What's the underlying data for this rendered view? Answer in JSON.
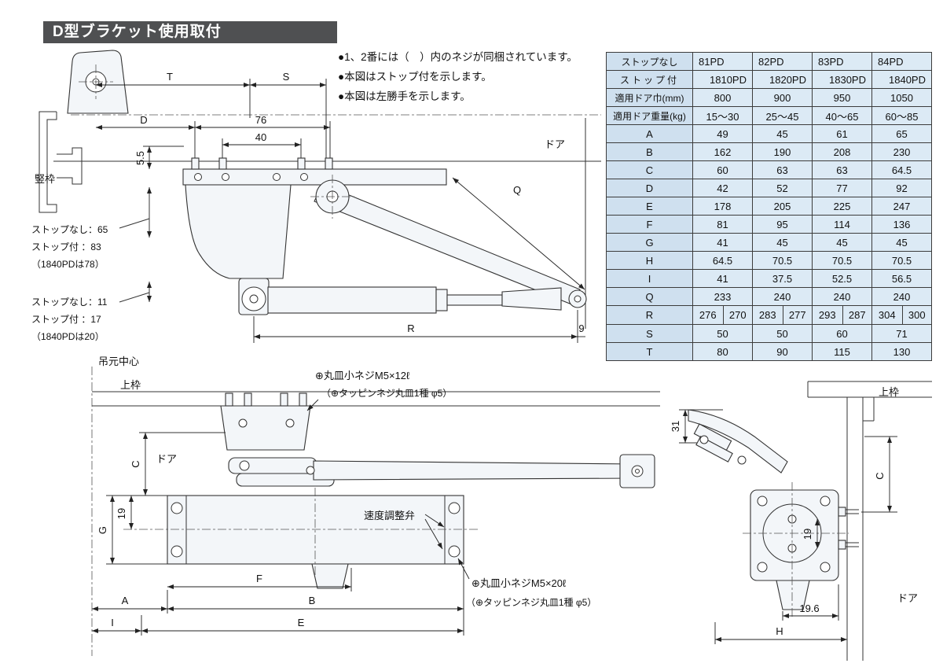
{
  "page": {
    "title": "D型ブラケット使用取付"
  },
  "notes": [
    "●1、2番には（　）内のネジが同梱されています。",
    "●本図はストップ付を示します。",
    "●本図は左勝手を示します。"
  ],
  "spec_table": {
    "header_rows": [
      {
        "label": "ストップなし",
        "models": [
          "81PD",
          "82PD",
          "83PD",
          "84PD"
        ]
      },
      {
        "label": "ストップ付",
        "models": [
          "1810PD",
          "1820PD",
          "1830PD",
          "1840PD"
        ]
      }
    ],
    "info_rows": [
      {
        "label": "適用ドア巾(mm)",
        "values": [
          "800",
          "900",
          "950",
          "1050"
        ]
      },
      {
        "label": "適用ドア重量(kg)",
        "values": [
          "15〜30",
          "25〜45",
          "40〜65",
          "60〜85"
        ]
      }
    ],
    "dim_rows": [
      {
        "label": "A",
        "values": [
          "49",
          "45",
          "61",
          "65"
        ]
      },
      {
        "label": "B",
        "values": [
          "162",
          "190",
          "208",
          "230"
        ]
      },
      {
        "label": "C",
        "values": [
          "60",
          "63",
          "63",
          "64.5"
        ]
      },
      {
        "label": "D",
        "values": [
          "42",
          "52",
          "77",
          "92"
        ]
      },
      {
        "label": "E",
        "values": [
          "178",
          "205",
          "225",
          "247"
        ]
      },
      {
        "label": "F",
        "values": [
          "81",
          "95",
          "114",
          "136"
        ]
      },
      {
        "label": "G",
        "values": [
          "41",
          "45",
          "45",
          "45"
        ]
      },
      {
        "label": "H",
        "values": [
          "64.5",
          "70.5",
          "70.5",
          "70.5"
        ]
      },
      {
        "label": "I",
        "values": [
          "41",
          "37.5",
          "52.5",
          "56.5"
        ]
      },
      {
        "label": "Q",
        "values": [
          "233",
          "240",
          "240",
          "240"
        ]
      },
      {
        "label": "R",
        "values": [
          [
            "276",
            "270"
          ],
          [
            "283",
            "277"
          ],
          [
            "293",
            "287"
          ],
          [
            "304",
            "300"
          ]
        ]
      },
      {
        "label": "S",
        "values": [
          "50",
          "50",
          "60",
          "71"
        ]
      },
      {
        "label": "T",
        "values": [
          "80",
          "90",
          "115",
          "130"
        ]
      }
    ]
  },
  "side_view": {
    "frame_label": "竪枠",
    "door_label": "ドア",
    "dim_T": "T",
    "dim_S": "S",
    "dim_D": "D",
    "dim_76": "76",
    "dim_40": "40",
    "dim_5_5": "5.5",
    "dim_Q": "Q",
    "dim_R": "R",
    "dim_9": "9",
    "stop_note_1": "ストップなし：65",
    "stop_note_2": "ストップ付 ：83",
    "stop_note_3": "（1840PDは78）",
    "stop_note_4": "ストップなし：11",
    "stop_note_5": "ストップ付 ：17",
    "stop_note_6": "（1840PDは20）"
  },
  "plan_view": {
    "hinge_center_label": "吊元中心",
    "top_frame_label": "上枠",
    "door_label": "ドア",
    "screw_note_top": "⊕丸皿小ネジM5×12ℓ",
    "screw_note_top2": "（⊕タッピンネジ丸皿1種 φ5）",
    "valve_label": "速度調整弁",
    "screw_note_bottom": "⊕丸皿小ネジM5×20ℓ",
    "screw_note_bottom2": "（⊕タッピンネジ丸皿1種 φ5）",
    "dim_C": "C",
    "dim_G": "G",
    "dim_19": "19",
    "dim_F": "F",
    "dim_B": "B",
    "dim_A": "A",
    "dim_I": "I",
    "dim_E": "E"
  },
  "section_view": {
    "top_frame_label": "上枠",
    "door_label": "ドア",
    "dim_31": "31",
    "dim_C": "C",
    "dim_19": "19",
    "dim_19_6": "19.6",
    "dim_H": "H"
  }
}
